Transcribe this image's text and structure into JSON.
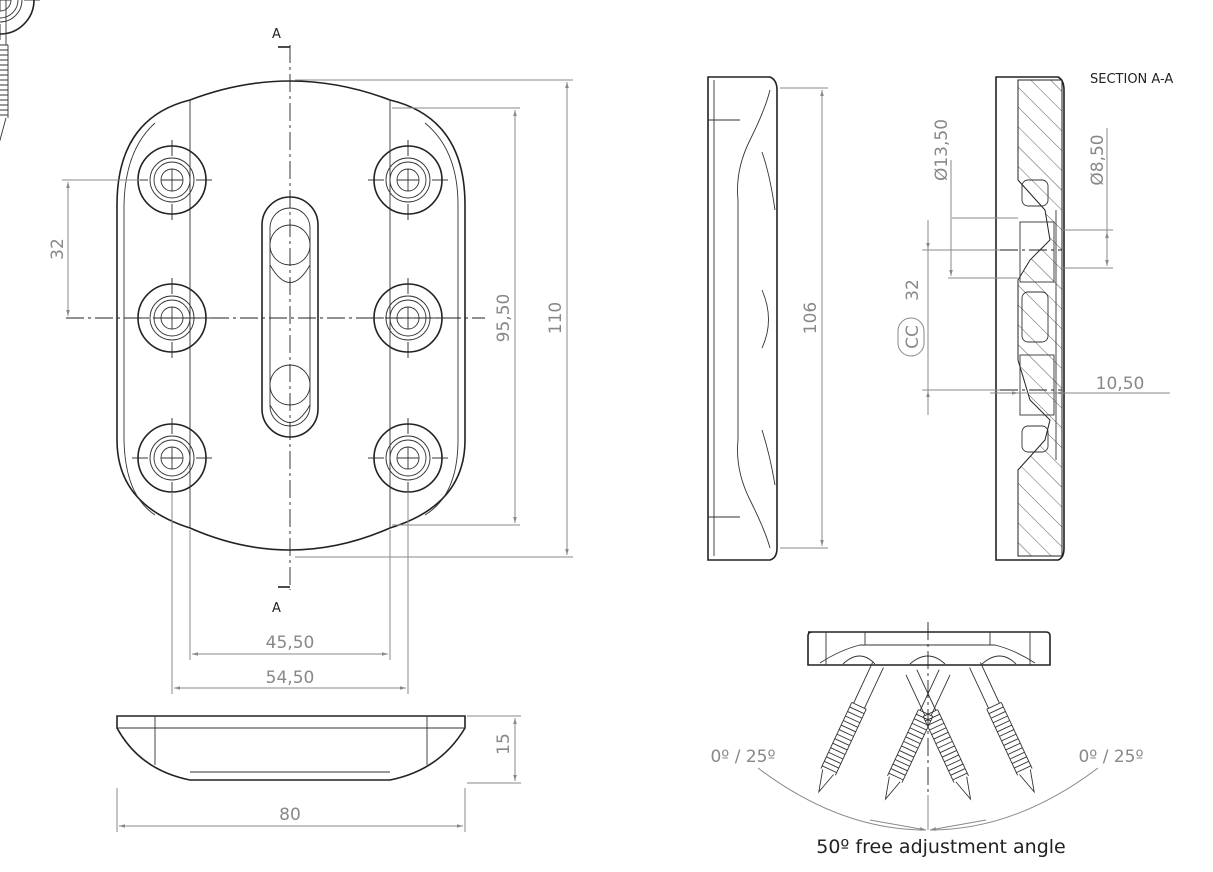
{
  "front_view": {
    "section_marker_top": "A",
    "section_marker_bottom": "A",
    "dim_hole_spacing": "32",
    "dim_inner_height": "95,50",
    "dim_total_height": "110",
    "dim_inner_width": "45,50",
    "dim_hole_width": "54,50"
  },
  "bottom_view": {
    "dim_thickness": "15",
    "dim_width": "80"
  },
  "side_view": {
    "dim_height": "106"
  },
  "section_view": {
    "title": "SECTION A-A",
    "dim_counterbore": "Ø13,50",
    "dim_hole": "Ø8,50",
    "dim_cc_label": "CC",
    "dim_cc_value": "32",
    "dim_depth": "10,50"
  },
  "screw_view": {
    "angle_left": "0º / 25º",
    "angle_right": "0º / 25º",
    "caption": "50º free adjustment angle"
  },
  "colors": {
    "line": "#222222",
    "dimension": "#888888"
  }
}
